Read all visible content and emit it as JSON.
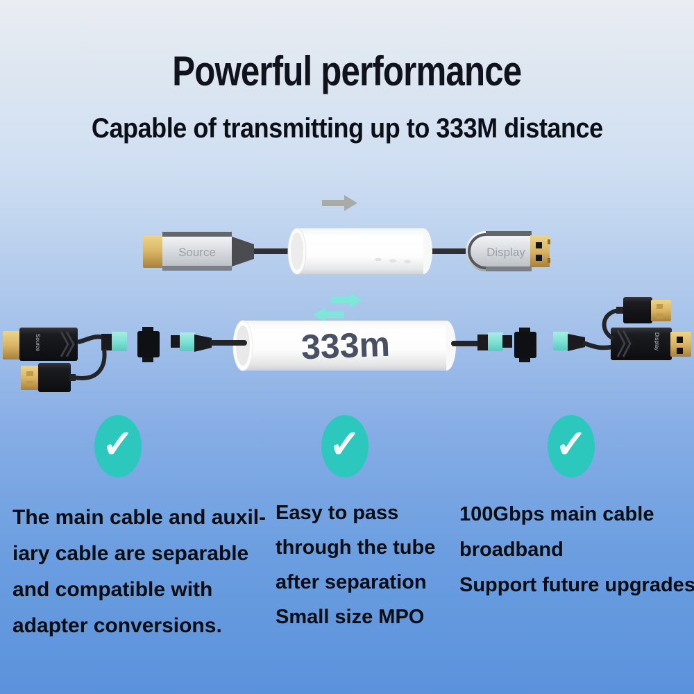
{
  "header": {
    "title": "Powerful performance",
    "subtitle": "Capable of transmitting up to 333M distance"
  },
  "assembled_cable": {
    "source_label": "Source",
    "display_label": "Display"
  },
  "separated_cable": {
    "tube_label": "333m",
    "source_label": "Source",
    "display_label": "Display"
  },
  "features": [
    {
      "lines": [
        "The main cable and auxil-",
        "iary cable are separable",
        "and compatible with",
        "adapter conversions."
      ]
    },
    {
      "lines": [
        "Easy to pass",
        "through the tube",
        "after separation",
        "Small size MPO"
      ]
    },
    {
      "lines": [
        "100Gbps main cable",
        "broadband",
        "Support future upgrades"
      ]
    }
  ],
  "icons": {
    "check": "✓"
  },
  "colors": {
    "background_top": "#eaedf2",
    "background_bottom": "#5b92dc",
    "check_badge_teal": "#2dc8bd",
    "swap_arrow_teal": "#7de8d7",
    "forward_arrow_gray": "#a9aba9",
    "tube_label_text": "#495064",
    "body_text": "#0b0d12",
    "mpo_connector_teal": "#7fe2d6",
    "connector_gold": "#d9b565",
    "connector_silver": "#d4d8dc",
    "connector_black": "#1b1c20"
  }
}
